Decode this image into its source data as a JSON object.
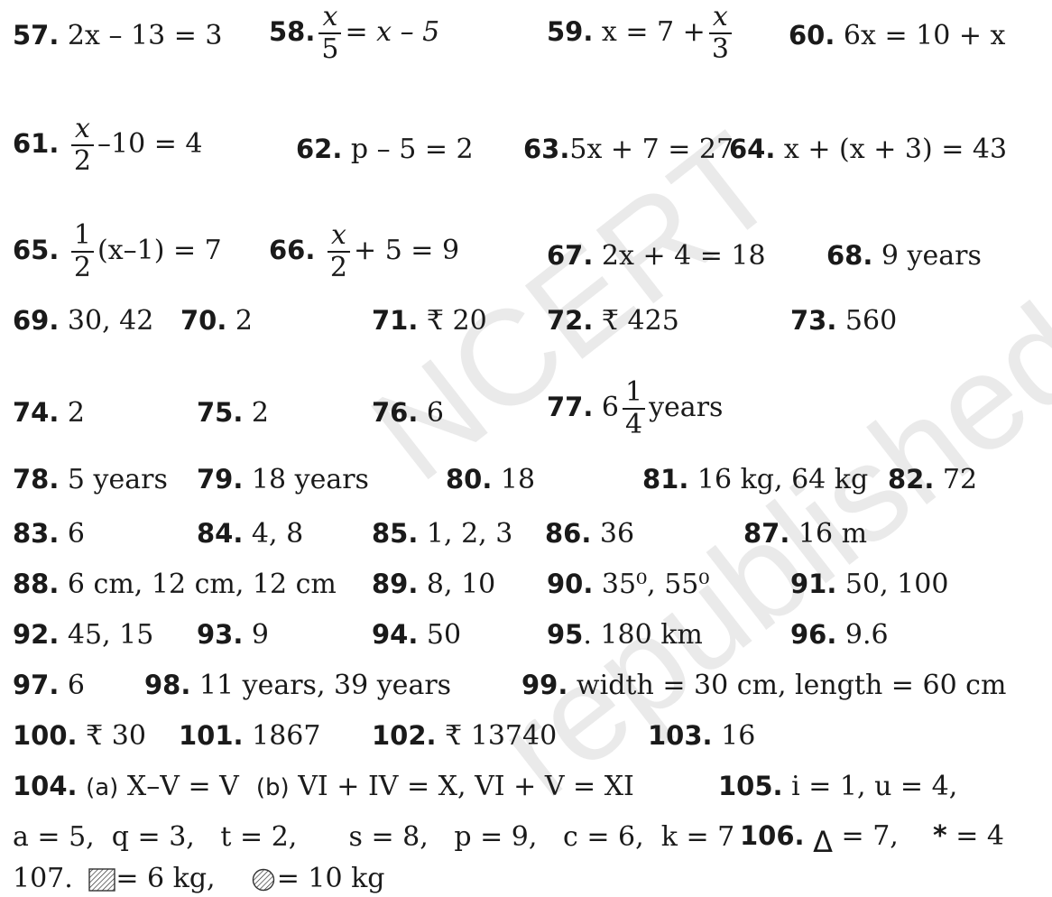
{
  "watermark": {
    "line1": "NCERT",
    "line2": "republished"
  },
  "answers": {
    "q57": {
      "num": "57.",
      "text": "2x – 13 = 3"
    },
    "q58": {
      "num": "58.",
      "num_top": "x",
      "den": "5",
      "rest": "= x – 5"
    },
    "q59": {
      "num": "59.",
      "pre": "x = 7 +",
      "num_top": "x",
      "den": "3"
    },
    "q60": {
      "num": "60.",
      "text": "6x = 10 + x"
    },
    "q61": {
      "num": "61.",
      "num_top": "x",
      "den": "2",
      "rest": "–10 = 4"
    },
    "q62": {
      "num": "62.",
      "text": "p – 5 = 2"
    },
    "q63": {
      "num": "63.",
      "text": "5x + 7 = 27"
    },
    "q64": {
      "num": "64.",
      "text": "x + (x + 3) = 43"
    },
    "q65": {
      "num": "65.",
      "num_top": "1",
      "den": "2",
      "rest": "(x–1) = 7"
    },
    "q66": {
      "num": "66.",
      "num_top": "x",
      "den": "2",
      "rest": "+ 5 = 9"
    },
    "q67": {
      "num": "67.",
      "text": "2x + 4 = 18"
    },
    "q68": {
      "num": "68.",
      "text": "9 years"
    },
    "q69": {
      "num": "69.",
      "text": "30, 42"
    },
    "q70": {
      "num": "70.",
      "text": "2"
    },
    "q71": {
      "num": "71.",
      "text": "₹ 20"
    },
    "q72": {
      "num": "72.",
      "text": "₹ 425"
    },
    "q73": {
      "num": "73.",
      "text": "560"
    },
    "q74": {
      "num": "74.",
      "text": "2"
    },
    "q75": {
      "num": "75.",
      "text": "2"
    },
    "q76": {
      "num": "76.",
      "text": "6"
    },
    "q77": {
      "num": "77.",
      "whole": "6",
      "num_top": "1",
      "den": "4",
      "rest": "years"
    },
    "q78": {
      "num": "78.",
      "text": "5 years"
    },
    "q79": {
      "num": "79.",
      "text": "18 years"
    },
    "q80": {
      "num": "80.",
      "text": "18"
    },
    "q81": {
      "num": "81.",
      "text": "16 kg, 64 kg"
    },
    "q82": {
      "num": "82.",
      "text": "72"
    },
    "q83": {
      "num": "83.",
      "text": "6"
    },
    "q84": {
      "num": "84.",
      "text": "4, 8"
    },
    "q85": {
      "num": "85.",
      "text": "1, 2, 3"
    },
    "q86": {
      "num": "86.",
      "text": "36"
    },
    "q87": {
      "num": "87.",
      "text": "16 m"
    },
    "q88": {
      "num": "88.",
      "text": "6 cm, 12 cm, 12 cm"
    },
    "q89": {
      "num": "89.",
      "text": "8, 10"
    },
    "q90": {
      "num": "90.",
      "text": "35⁰, 55⁰"
    },
    "q91": {
      "num": "91.",
      "text": "50, 100"
    },
    "q92": {
      "num": "92.",
      "text": "45, 15"
    },
    "q93": {
      "num": "93.",
      "text": "9"
    },
    "q94": {
      "num": "94.",
      "text": "50"
    },
    "q95": {
      "num": "95",
      "text": ". 180 km"
    },
    "q96": {
      "num": "96.",
      "text": "9.6"
    },
    "q97": {
      "num": "97.",
      "text": "6"
    },
    "q98": {
      "num": "98.",
      "text": "11 years, 39 years"
    },
    "q99": {
      "num": "99.",
      "text": "width = 30 cm, length = 60 cm"
    },
    "q100": {
      "num": "100.",
      "text": "₹ 30"
    },
    "q101": {
      "num": "101.",
      "text": "1867"
    },
    "q102": {
      "num": "102.",
      "text": "₹ 13740"
    },
    "q103": {
      "num": "103.",
      "text": "16"
    },
    "q104": {
      "num": "104.",
      "part_a_label": "(a)",
      "part_a": "X–V = V",
      "part_b_label": "(b)",
      "part_b": "VI + IV = X,   VI + V = XI"
    },
    "q105": {
      "num": "105.",
      "text": "i = 1,  u = 4,"
    },
    "q105_cont": {
      "text": "a = 5,  q = 3,   t = 2,      s = 8,   p = 9,   c = 6,  k = 7"
    },
    "q106": {
      "num": "106.",
      "sym1": "Δ",
      "val1": "= 7,",
      "sym2": "*",
      "val2": "= 4"
    },
    "q107": {
      "num": "107.",
      "val1": "= 6 kg,",
      "val2": "= 10 kg"
    }
  }
}
